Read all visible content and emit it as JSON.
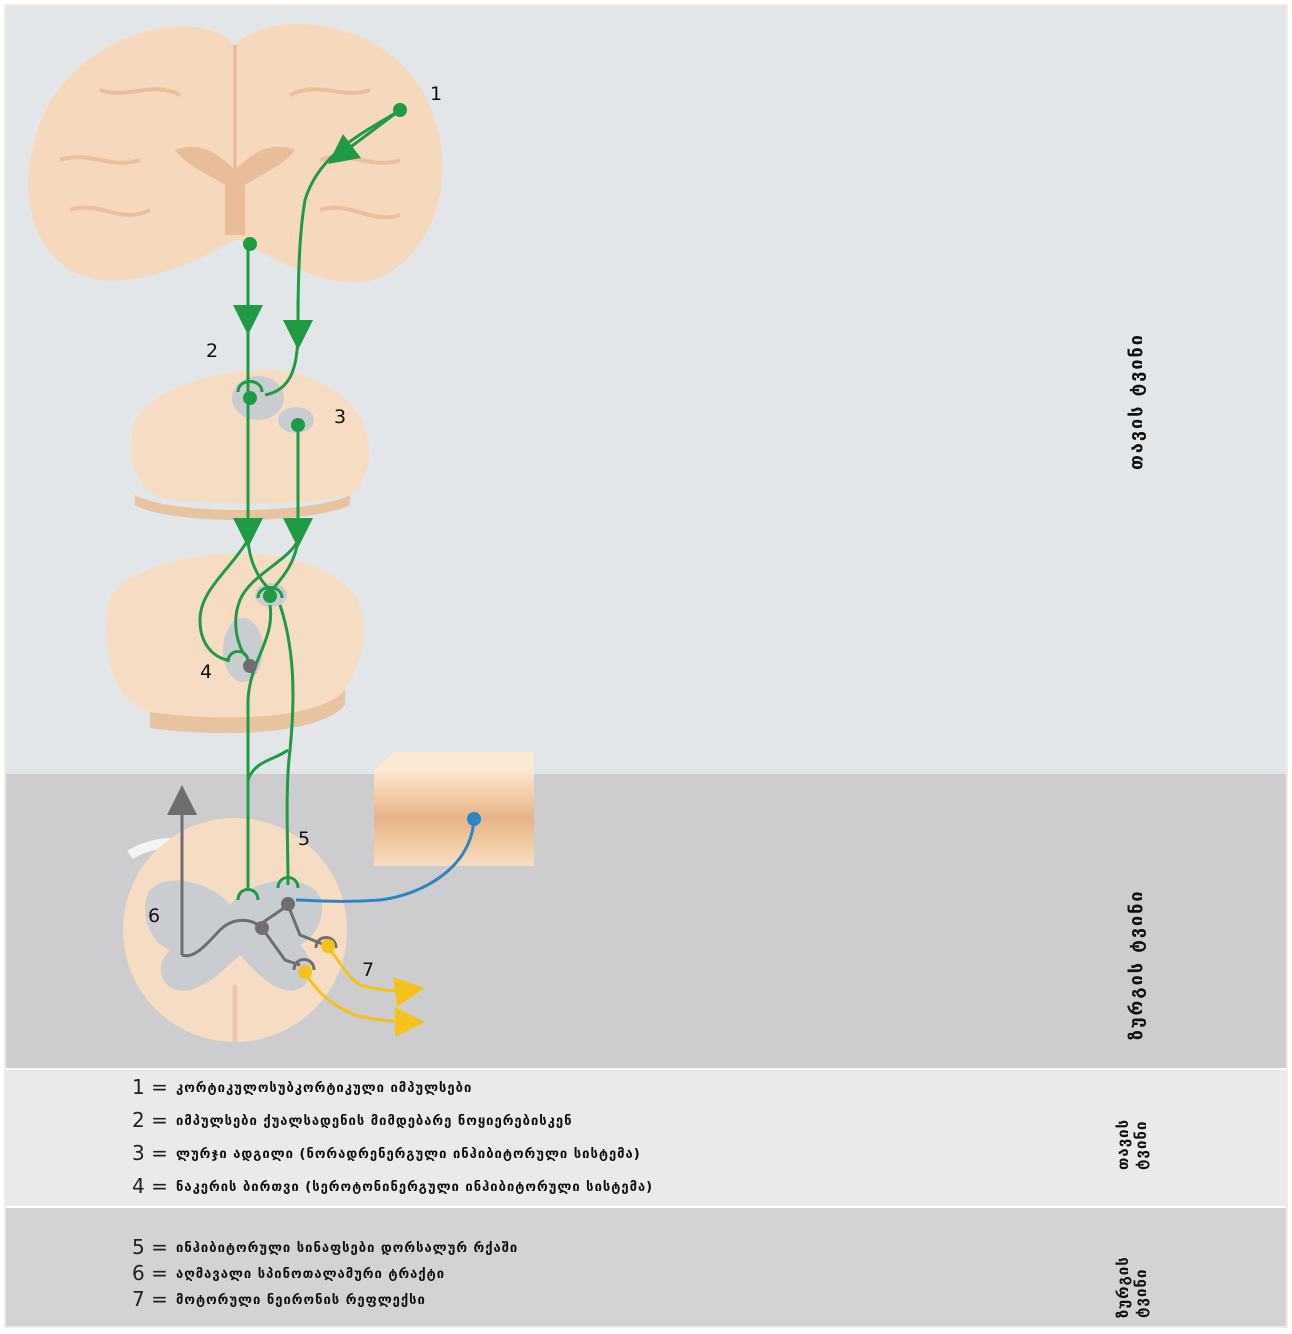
{
  "diagram": {
    "labels": {
      "n1": "1",
      "n2": "2",
      "n3": "3",
      "n4": "4",
      "n5": "5",
      "n6": "6",
      "n7": "7"
    },
    "side_labels": {
      "brain": "თავის ტვინი",
      "spinal": "ზურგის ტვინი"
    },
    "colors": {
      "top_bg": "#e3e6e9",
      "middle_bg": "#cdcdcf",
      "tissue": "#f6dcc2",
      "green": "#1f9a45",
      "gray_nerve": "#6e6e70",
      "blue": "#2d86c4",
      "yellow": "#f4c21a"
    }
  },
  "legend": {
    "brain_section_label_line1": "თავის",
    "brain_section_label_line2": "ტვინი",
    "spinal_section_label_line1": "ზურგის",
    "spinal_section_label_line2": "ტვინი",
    "brain_items": [
      {
        "num": "1 =",
        "text": "კორტიკულოსუბკორტიკული იმპულსები"
      },
      {
        "num": "2 =",
        "text": "იმპულსები ქუალსადენის მიმდებარე ნოყიერებისკენ"
      },
      {
        "num": "3 =",
        "text": "ლურჯი ადგილი (ნორადრენერგული ინჰიბიტორული სისტემა)"
      },
      {
        "num": "4 =",
        "text": "ნაკერის ბირთვი (სეროტონინერგული ინჰიბიტორული სისტემა)"
      }
    ],
    "spinal_items": [
      {
        "num": "5 =",
        "text": "ინჰიბიტორული სინაფსები დორსალურ რქაში"
      },
      {
        "num": "6 =",
        "text": "აღმავალი სპინოთალამური ტრაქტი"
      },
      {
        "num": "7 =",
        "text": "მოტორული ნეირონის რეფლექსი"
      }
    ]
  }
}
